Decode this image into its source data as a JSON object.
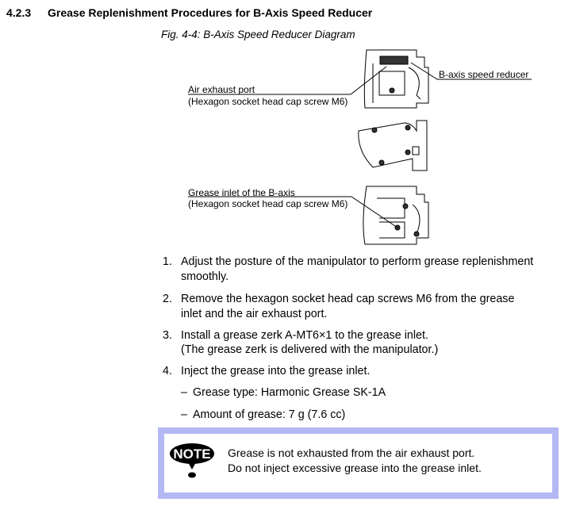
{
  "section": {
    "number": "4.2.3",
    "title": "Grease Replenishment Procedures for B-Axis Speed Reducer"
  },
  "figure": {
    "caption": "Fig. 4-4: B-Axis Speed Reducer Diagram",
    "labels": {
      "reducer": "B-axis speed reducer",
      "exhaust": "Air exhaust port",
      "exhaust_sub": "(Hexagon socket head cap screw M6)",
      "inlet": "Grease inlet of the B-axis",
      "inlet_sub": "(Hexagon socket head cap screw M6)"
    }
  },
  "steps": [
    {
      "num": "1.",
      "lines": [
        "Adjust the posture of the manipulator to perform grease replenishment",
        "smoothly."
      ]
    },
    {
      "num": "2.",
      "lines": [
        "Remove the hexagon socket head cap screws M6 from the grease",
        "inlet and the air exhaust port."
      ]
    },
    {
      "num": "3.",
      "lines": [
        "Install a grease zerk A-MT6×1 to the grease inlet.",
        "(The grease zerk is delivered with the manipulator.)"
      ]
    },
    {
      "num": "4.",
      "lines": [
        "Inject the grease into the grease inlet."
      ]
    }
  ],
  "subitems": [
    {
      "dash": "–",
      "text": "Grease type: Harmonic Grease SK-1A"
    },
    {
      "dash": "–",
      "text": "Amount of grease: 7 g (7.6 cc)"
    }
  ],
  "note": {
    "icon_label": "NOTE",
    "lines": [
      "Grease is not exhausted from the air exhaust port.",
      "Do not inject excessive grease into the grease inlet."
    ],
    "border_color": "#b4b8f4"
  }
}
